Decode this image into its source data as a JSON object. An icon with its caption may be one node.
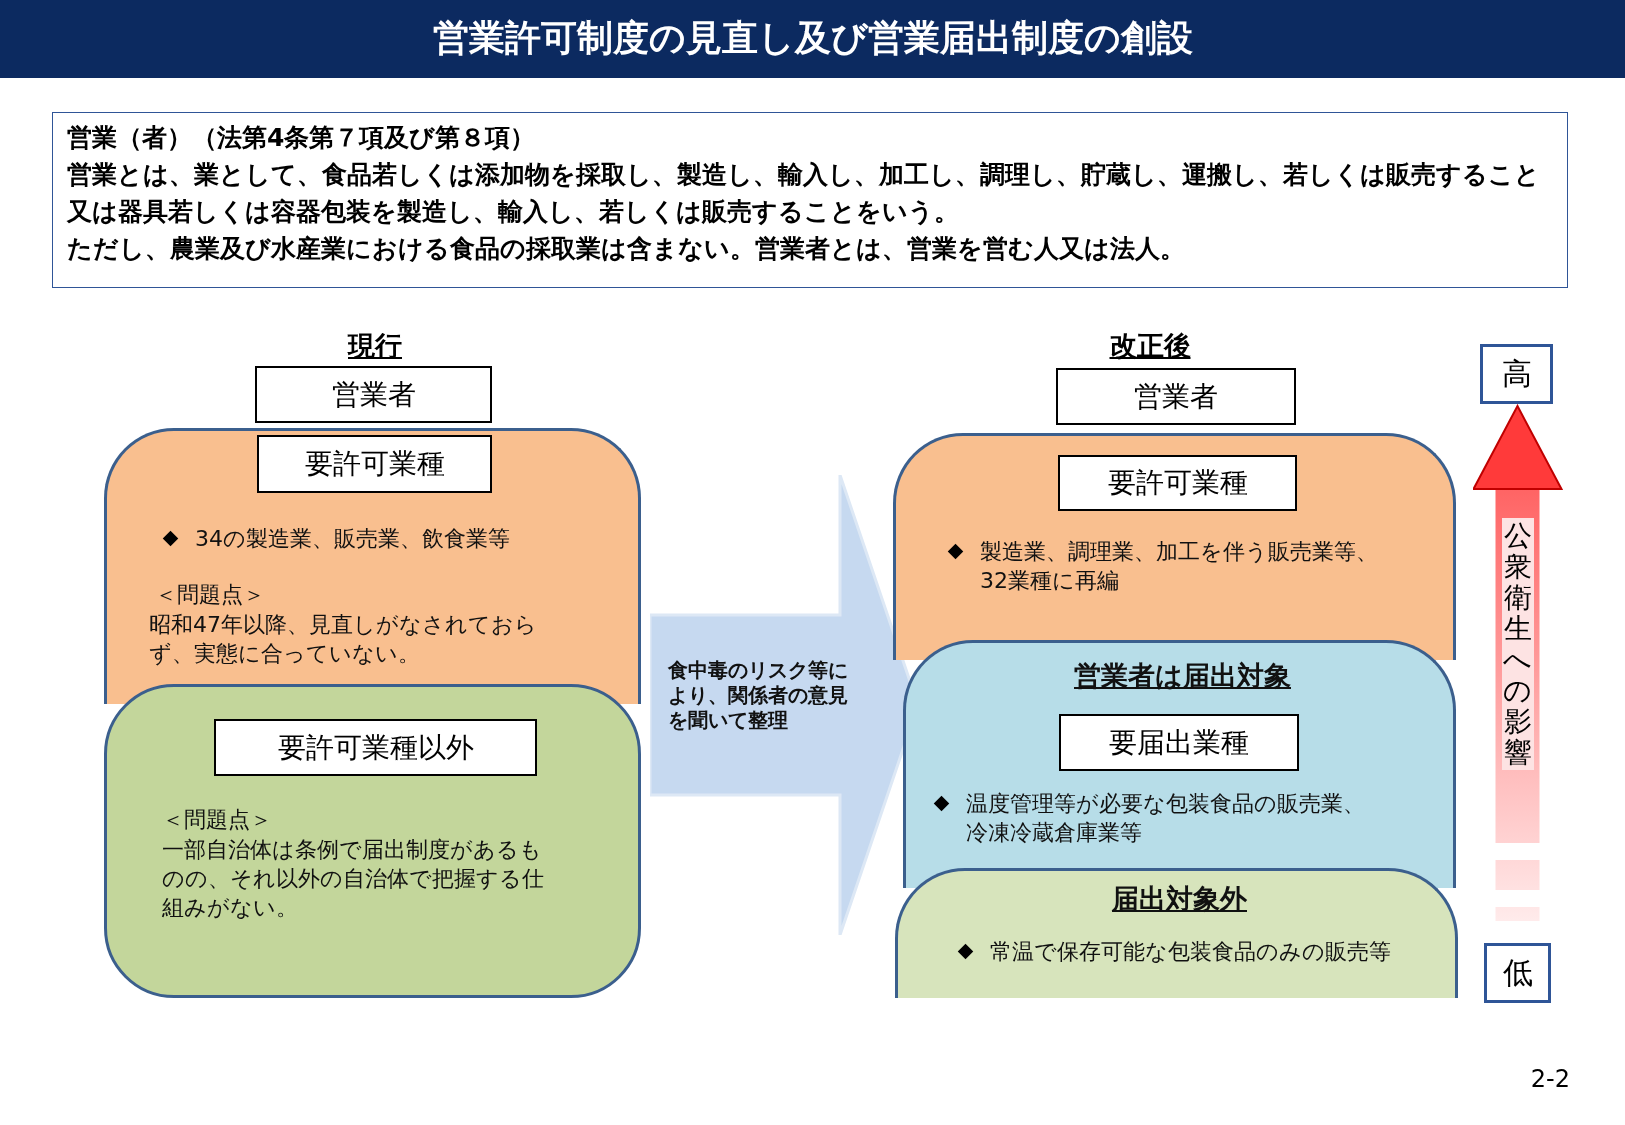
{
  "diagram": {
    "title": "営業許可制度の見直し及び営業届出制度の創設",
    "nodes": [
      {
        "text": [
          "営業（者）（法第4条第７項及び第８項）",
          "営業とは、業として、食品若しくは添加物を採取し、製造し、輸入し、加工し、調理し、貯蔵し、運搬し、若しくは販売すること又は器具若しくは容器包装を製造し、輸入し、若しくは販売することをいう。",
          "ただし、農業及び水産業における食品の採取業は含まない。営業者とは、営業を営む人又は法人。"
        ]
      },
      {
        "text": [
          "営業者"
        ]
      },
      {
        "text": [
          "34の製造業、販売業、飲食業等",
          "＜問題点＞",
          "昭和47年以降、見直しがなされておらず、実態に合っていない。"
        ]
      },
      {
        "text": [
          "要許可業種"
        ],
        "in": 2
      },
      {
        "text": [
          "＜問題点＞",
          "一部自治体は条例で届出制度があるものの、それ以外の自治体で把握する仕組みがない。"
        ]
      },
      {
        "text": [
          "要許可業種以外"
        ],
        "in": 4
      },
      {
        "text": [
          "食中毒のリスク等により、関係者の意見を聞いて整理"
        ]
      },
      {
        "text": [
          "営業者"
        ]
      },
      {
        "text": [
          "製造業、調理業、加工を伴う販売業等、32業種に再編"
        ]
      },
      {
        "text": [
          "要許可業種"
        ],
        "in": 8
      },
      {
        "text": [
          "営業者は届出対象",
          "温度管理等が必要な包装食品の販売業、冷凍冷蔵倉庫業等"
        ]
      },
      {
        "text": [
          "要届出業種"
        ],
        "in": 10
      },
      {
        "text": [
          "届出対象外",
          "常温で保存可能な包装食品のみの販売等"
        ]
      },
      {
        "text": [
          "高"
        ]
      },
      {
        "text": [
          "低"
        ]
      }
    ],
    "edges": [
      {
        "from": 14,
        "to": 13,
        "arrow": "to",
        "label": "公衆衛生への影響"
      }
    ],
    "labels": [
      "現行",
      "改正後",
      "2-2"
    ]
  }
}
